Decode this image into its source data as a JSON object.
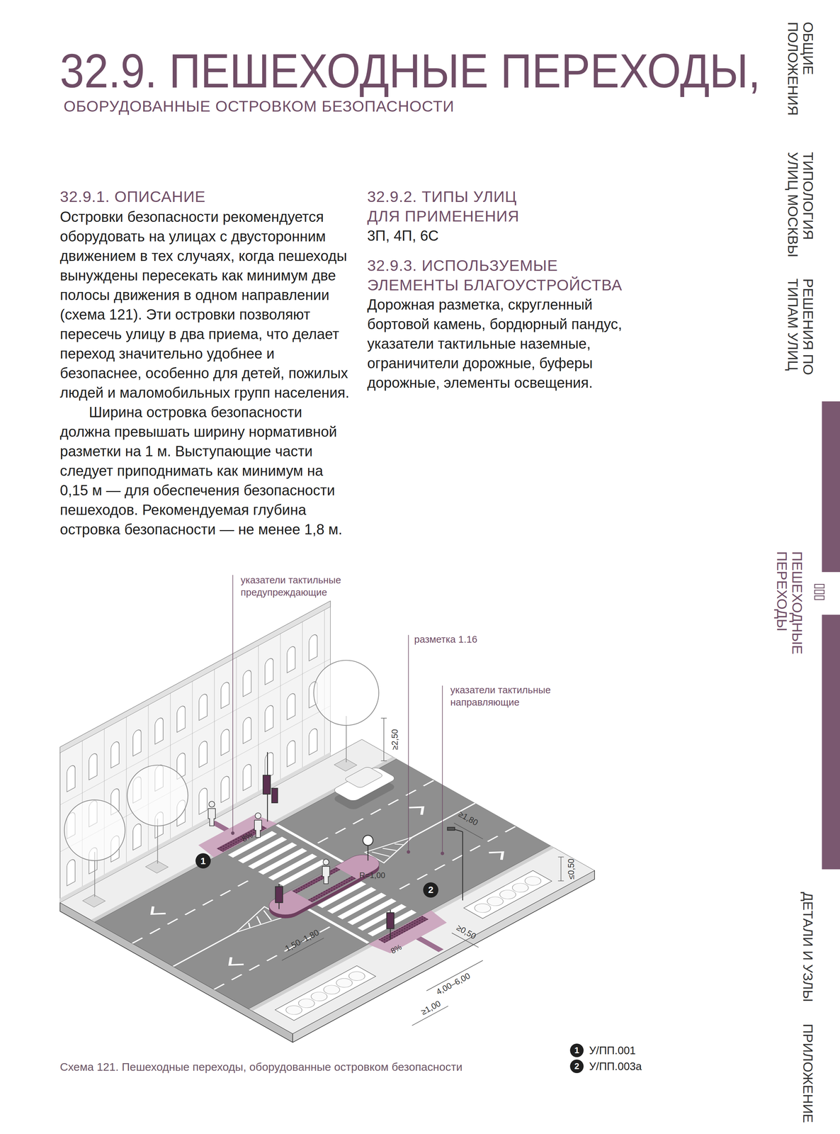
{
  "diagram": {
    "title": "32.9. ПЕШЕХОДНЫЕ ПЕРЕХОДЫ,",
    "caption": "Схема 121. Пешеходные переходы, оборудованные островком безопасности",
    "nodes": [
      {
        "text": [
          "1"
        ]
      },
      {
        "text": [
          "2"
        ]
      }
    ],
    "labels": [
      "ОБОРУДОВАННЫЕ ОСТРОВКОМ БЕЗОПАСНОСТИ",
      "32.9.1. ОПИСАНИЕ",
      "Островки безопасности рекомендуется оборудовать на улицах с двусторонним движением в тех случаях, когда пешеходы вынуждены пересекать как минимум две полосы движения в одном направлении (схема 121). Эти островки позволяют пересечь улицу в два приема, что делает переход значительно удобнее и безопаснее, особенно для детей, пожилых людей и маломобильных групп населения.",
      "Ширина островка безопасности должна превышать ширину нормативной разметки на 1 м. Выступающие части следует приподнимать как минимум на 0,15 м — для обеспечения безопасности пешеходов. Рекомендуемая глубина островка безопасности — не менее 1,8 м.",
      "32.9.2. ТИПЫ УЛИЦ ДЛЯ ПРИМЕНЕНИЯ",
      "3П, 4П, 6С",
      "32.9.3. ИСПОЛЬЗУЕМЫЕ ЭЛЕМЕНТЫ БЛАГОУСТРОЙСТВА",
      "Дорожная разметка, скругленный бортовой камень, бордюрный пандус, указатели тактильные наземные, ограничители дорожные, буферы дорожные, элементы освещения.",
      "ОБЩИЕ ПОЛОЖЕНИЯ",
      "ТИПОЛОГИЯ УЛИЦ МОСКВЫ",
      "РЕШЕНИЯ ПО ТИПАМ УЛИЦ",
      "ПЕШЕХОДНЫЕ ПЕРЕХОДЫ",
      "ДЕТАЛИ И УЗЛЫ",
      "ПРИЛОЖЕНИЕ",
      "указатели тактильные предупреждающие",
      "разметка 1.16",
      "указатели тактильные направляющие",
      "≥2,50",
      "≥1,80",
      "≤0,50",
      "8%",
      "R=1,00",
      "≥0,50",
      "1,50–1,80",
      "8%",
      "4,00–6,00",
      "≥1,00",
      "1",
      "2"
    ],
    "legend": [
      {
        "text": "У/ПП.001"
      },
      {
        "text": "У/ПП.003а"
      }
    ]
  }
}
